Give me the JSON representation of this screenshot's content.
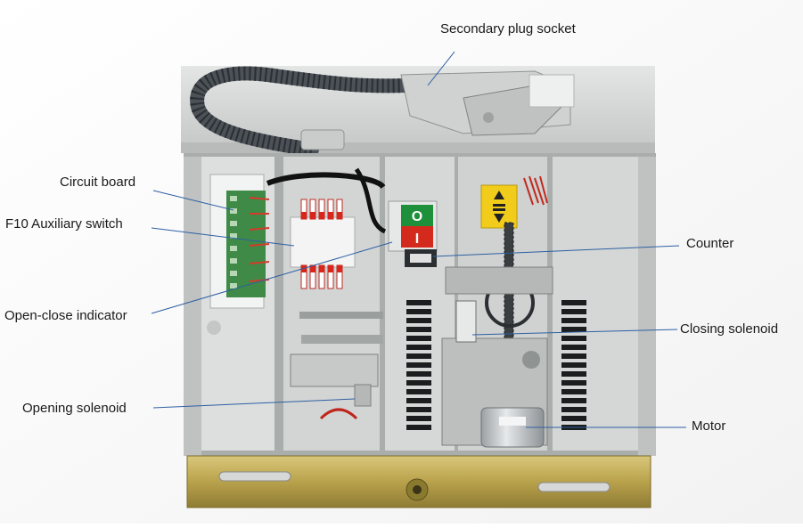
{
  "labels": {
    "secondary_plug_socket": "Secondary plug socket",
    "circuit_board": "Circuit board",
    "f10_auxiliary_switch": "F10 Auxiliary switch",
    "open_close_indicator": "Open-close indicator",
    "opening_solenoid": "Opening solenoid",
    "counter": "Counter",
    "closing_solenoid": "Closing solenoid",
    "motor": "Motor"
  },
  "indicator": {
    "open_symbol": "O",
    "close_symbol": "I"
  },
  "colors": {
    "leader_line": "#2e5fa3",
    "housing": "#d7d9d8",
    "open_button": "#1e8f3a",
    "close_button": "#d42a1e",
    "warning_label": "#f2cc1a",
    "base_plate": "#c8b45c"
  }
}
